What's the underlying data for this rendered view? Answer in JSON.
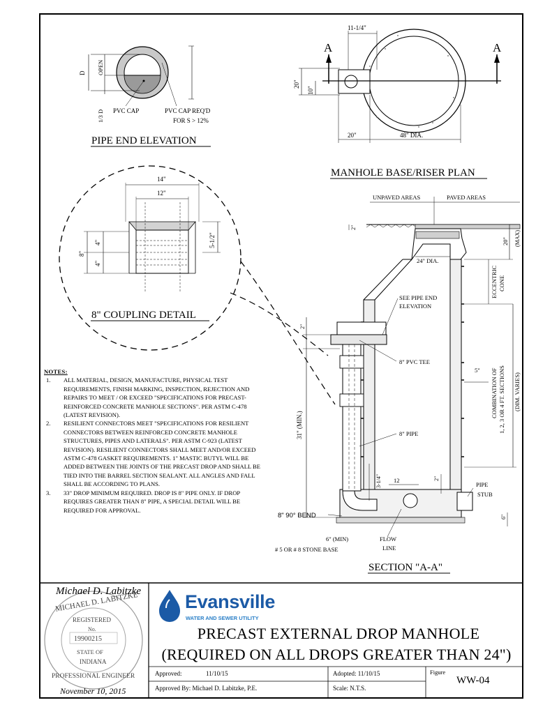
{
  "views": {
    "pipe_end_elevation": {
      "title": "PIPE END ELEVATION",
      "labels": [
        "D",
        "OPEN",
        "1/3 D",
        "PVC CAP",
        "PVC CAP REQ'D",
        "FOR S > 12%"
      ]
    },
    "base_riser_plan": {
      "title": "MANHOLE BASE/RISER PLAN",
      "labels": [
        "11-1/4\"",
        "A",
        "A",
        "20\"",
        "10\"",
        "20\"",
        "48\" DIA."
      ]
    },
    "coupling_detail": {
      "title": "8\" COUPLING DETAIL",
      "labels": [
        "14\"",
        "12\"",
        "8\"",
        "4\"",
        "4\"",
        "5-1/2\""
      ]
    },
    "section_aa": {
      "title": "SECTION \"A-A\"",
      "labels": {
        "unpaved": "UNPAVED AREAS",
        "paved": "PAVED AREAS",
        "dim_2": "2\"",
        "dim_20": "20\"",
        "max": "(MAX)",
        "dia24": "24\" DIA.",
        "eccentric": "ECCENTRIC",
        "cone": "CONE",
        "see_pipe_end": "SEE PIPE END",
        "elevation": "ELEVATION",
        "dim_2b": "2\"",
        "pvc_tee": "8\" PVC TEE",
        "dim_5": "5\"",
        "combination": "COMBINATION OF",
        "sections": "1, 2, 3 OR 4 FT. SECTIONS",
        "dim_varies": "(DIM. VARIES)",
        "min31": "31\" (MIN.)",
        "pipe8": "8\" PIPE",
        "dim_3_1_4": "3-1/4\"",
        "dim_12": "12",
        "dim_2c": "2\"",
        "pipe_stub_1": "PIPE",
        "pipe_stub_2": "STUB",
        "bend": "8\" 90° BEND",
        "dim_6": "6\"",
        "min6": "6\" (MIN)",
        "flow_1": "FLOW",
        "flow_2": "LINE",
        "stone": "# 5 OR # 8 STONE BASE"
      }
    }
  },
  "notes": {
    "heading": "NOTES:",
    "items": [
      {
        "num": "1.",
        "text": "ALL MATERIAL, DESIGN, MANUFACTURE, PHYSICAL TEST REQUIREMENTS, FINISH MARKING, INSPECTION, REJECTION AND REPAIRS TO MEET / OR EXCEED \"SPECIFICATIONS FOR PRECAST-REINFORCED CONCRETE MANHOLE SECTIONS\". PER ASTM C-478 (LATEST REVISION)."
      },
      {
        "num": "2.",
        "text": "RESILIENT CONNECTORS MEET \"SPECIFICATIONS FOR RESILIENT CONNECTORS BETWEEN REINFORCED CONCRETE MANHOLE STRUCTURES, PIPES AND LATERALS\". PER ASTM C-923 (LATEST REVISION). RESILIENT CONNECTORS SHALL MEET AND/OR EXCEED ASTM C-478 GASKET REQUIREMENTS. 1\" MASTIC BUTYL WILL BE ADDED BETWEEN THE JOINTS OF THE PRECAST DROP AND SHALL BE TIED INTO THE BARREL SECTION SEALANT. ALL ANGLES AND FALL SHALL BE ACCORDING TO PLANS."
      },
      {
        "num": "3.",
        "text": "33\" DROP MINIMUM REQUIRED. DROP IS 8\" PIPE ONLY. IF DROP REQUIRES GREATER THAN 8\" PIPE, A SPECIAL DETAIL WILL BE REQUIRED FOR APPROVAL."
      }
    ]
  },
  "seal": {
    "signature": "Michael D. Labitzke",
    "ring_top": "MICHAEL D. LABITZKE",
    "registered": "REGISTERED",
    "no_label": "No.",
    "number": "19900215",
    "state_of": "STATE OF",
    "state": "INDIANA",
    "ring_bottom": "PROFESSIONAL ENGINEER",
    "date_signed": "November 10, 2015"
  },
  "logo": {
    "name": "Evansville",
    "tagline": "WATER AND SEWER UTILITY",
    "color": "#1b5aa6"
  },
  "title_block": {
    "title_line1": "PRECAST EXTERNAL DROP MANHOLE",
    "title_line2": "(REQUIRED ON ALL DROPS GREATER THAN 24\")",
    "approved_label": "Approved:",
    "approved_date": "11/10/15",
    "adopted": "Adopted: 11/10/15",
    "figure_label": "Figure",
    "figure_number": "WW-04",
    "approved_by": "Approved By:  Michael D. Labitzke, P.E.",
    "scale": "Scale:  N.T.S."
  }
}
